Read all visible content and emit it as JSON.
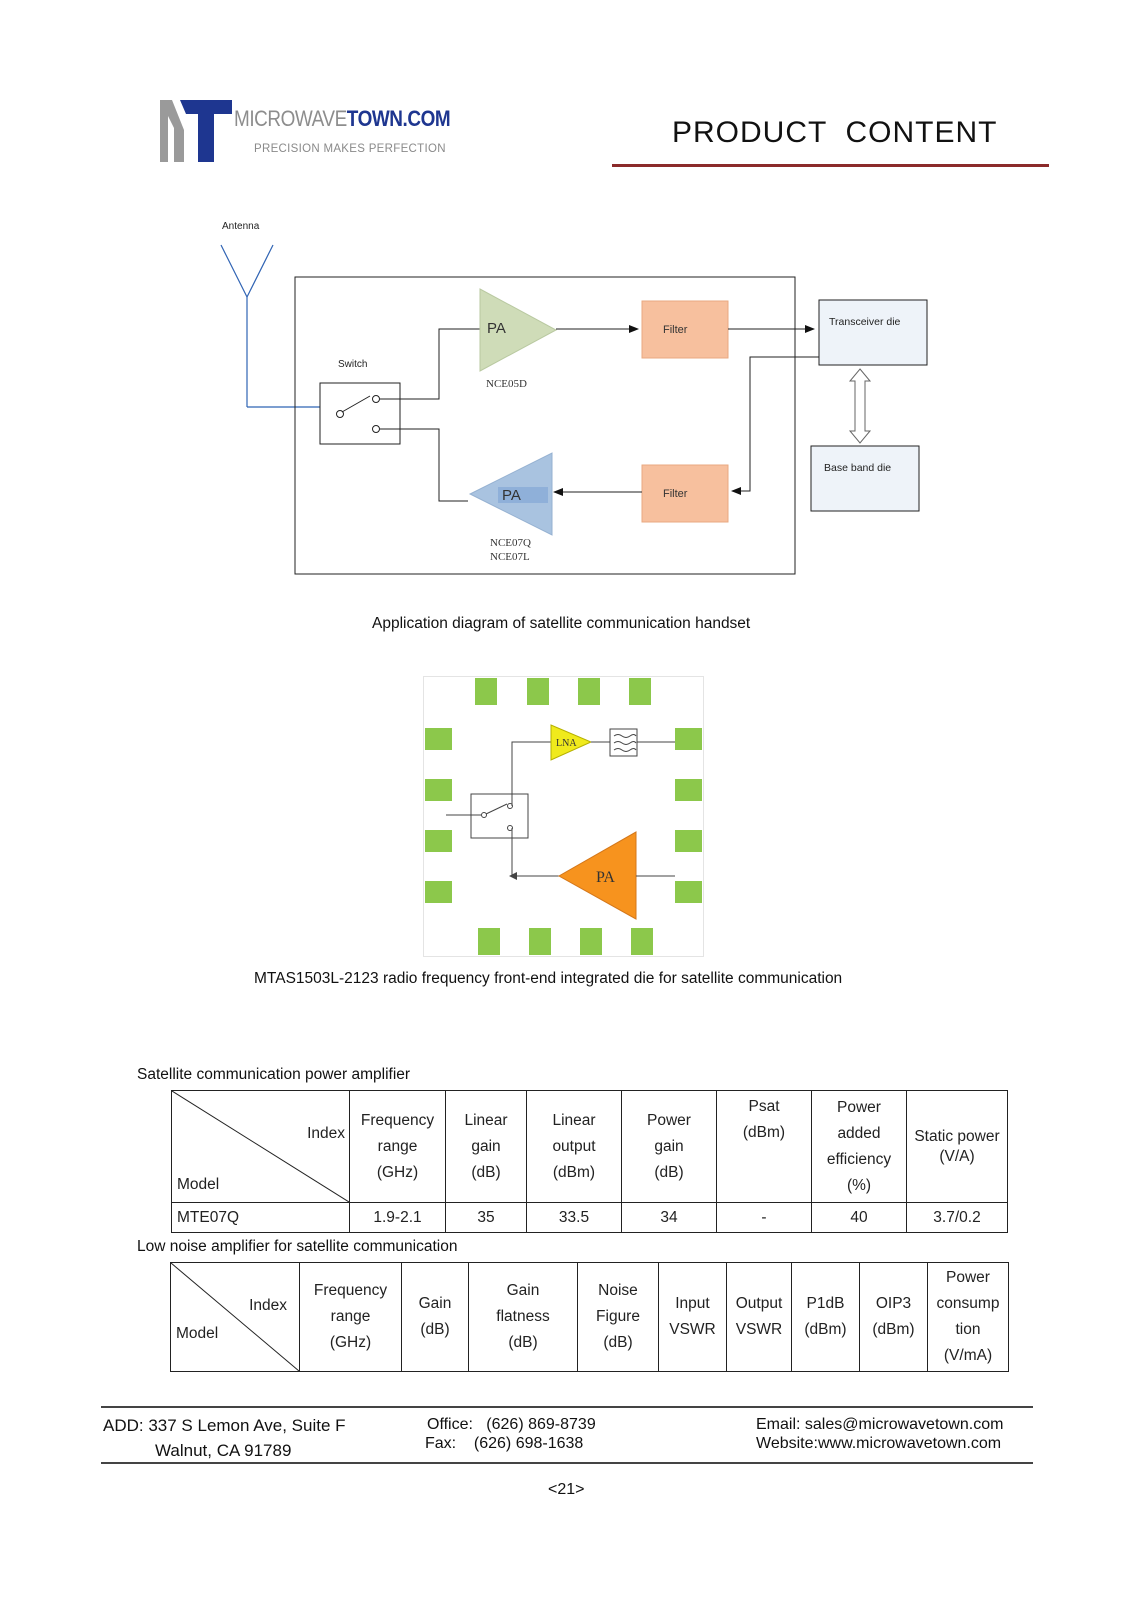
{
  "header": {
    "logo_mark": "MT",
    "logo_name_part1": "MICROWAVE",
    "logo_name_part2": "TOWN.COM",
    "tagline": "PRECISION MAKES PERFECTION",
    "page_title": "PRODUCT  CONTENT",
    "colors": {
      "logo_grey": "#8d8d8d",
      "logo_blue": "#1e3690",
      "rule": "#8b2a2a"
    }
  },
  "diagram1": {
    "antenna_label": "Antenna",
    "switch_label": "Switch",
    "pa_top_label": "PA",
    "pa_top_part": "NCE05D",
    "pa_bottom_label": "PA",
    "pa_bottom_part_1": "NCE07Q",
    "pa_bottom_part_2": "NCE07L",
    "filter_top_label": "Filter",
    "filter_bottom_label": "Filter",
    "transceiver_label": "Transceiver die",
    "baseband_label": "Base band die",
    "caption": "Application diagram of satellite communication handset",
    "colors": {
      "pa_top": "#cfdcb8",
      "pa_bottom": "#a9c3e0",
      "filter": "#f7c09e",
      "die": "#eef3f9"
    }
  },
  "diagram2": {
    "lna_label": "LNA",
    "pa_label": "PA",
    "caption": "MTAS1503L-2123 radio frequency front-end integrated die for satellite communication",
    "colors": {
      "pad": "#8cc84b",
      "lna": "#f0ea1c",
      "pa": "#f7931e"
    }
  },
  "table1": {
    "title": "Satellite communication power amplifier",
    "corner_index": "Index",
    "corner_model": "Model",
    "headers": [
      [
        "Frequency",
        "range",
        "(GHz)"
      ],
      [
        "Linear",
        "gain",
        "(dB)"
      ],
      [
        "Linear",
        "output",
        "(dBm)"
      ],
      [
        "Power",
        "gain",
        "(dB)"
      ],
      [
        "Psat",
        "(dBm)",
        ""
      ],
      [
        "Power",
        "added",
        "efficiency",
        "(%)"
      ],
      [
        "Static power",
        "(V/A)"
      ]
    ],
    "rows": [
      {
        "model": "MTE07Q",
        "values": [
          "1.9-2.1",
          "35",
          "33.5",
          "34",
          "-",
          "40",
          "3.7/0.2"
        ]
      }
    ]
  },
  "table2": {
    "title": "Low noise amplifier for satellite communication",
    "corner_index": "Index",
    "corner_model": "Model",
    "headers": [
      [
        "Frequency",
        "range",
        "(GHz)"
      ],
      [
        "Gain",
        "(dB)"
      ],
      [
        "Gain",
        "flatness",
        "(dB)"
      ],
      [
        "Noise",
        "Figure",
        "(dB)"
      ],
      [
        "Input",
        "VSWR"
      ],
      [
        "Output",
        "VSWR"
      ],
      [
        "P1dB",
        "(dBm)"
      ],
      [
        "OIP3",
        "(dBm)"
      ],
      [
        "Power",
        "consump",
        "tion",
        "(V/mA)"
      ]
    ]
  },
  "footer": {
    "address_line1": "ADD: 337 S Lemon Ave, Suite F",
    "address_line2": "Walnut, CA 91789",
    "office_label": "Office:",
    "office_phone": "(626) 869-8739",
    "fax_label": "Fax:",
    "fax_phone": "(626) 698-1638",
    "email": "Email: sales@microwavetown.com",
    "website": "Website:www.microwavetown.com",
    "page_number": "<21>"
  }
}
